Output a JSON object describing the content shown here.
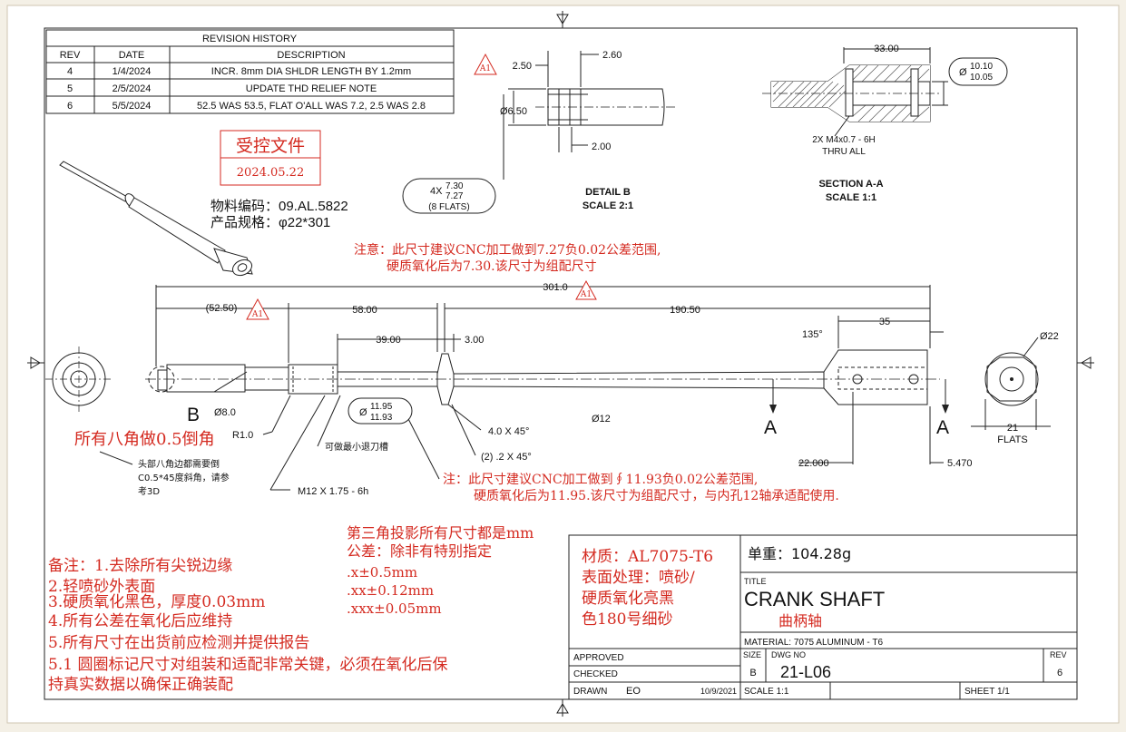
{
  "revision_history": {
    "title": "REVISION HISTORY",
    "headers": [
      "REV",
      "DATE",
      "DESCRIPTION"
    ],
    "rows": [
      {
        "rev": "4",
        "date": "1/4/2024",
        "description": "INCR. 8mm DIA SHLDR LENGTH BY 1.2mm"
      },
      {
        "rev": "5",
        "date": "2/5/2024",
        "description": "UPDATE THD RELIEF NOTE"
      },
      {
        "rev": "6",
        "date": "5/5/2024",
        "description": "52.5 WAS 53.5, FLAT O'ALL WAS 7.2, 2.5 WAS 2.8"
      }
    ]
  },
  "stamp": {
    "title": "受控文件",
    "date": "2024.05.22"
  },
  "material_info": {
    "code": "物料编码：09.AL.5822",
    "spec": "产品规格：φ22*301"
  },
  "detail_b": {
    "title": "DETAIL B",
    "scale": "SCALE 2:1",
    "dims": {
      "d1": "2.50",
      "d2": "2.60",
      "dia": "Ø6.50",
      "d3": "2.00"
    },
    "rev_flag": "A1",
    "flats_line1": "4X",
    "flats_upper": "7.30",
    "flats_lower": "7.27",
    "flats_note": "(8 FLATS)"
  },
  "section_aa": {
    "title": "SECTION A-A",
    "scale": "SCALE 1:1",
    "dim_len": "33.00",
    "dia_upper": "10.10",
    "dia_lower": "10.05",
    "dia_prefix": "Ø",
    "thread_note_1": "2X  M4x0.7 - 6H",
    "thread_note_2": "THRU ALL"
  },
  "note_flat": {
    "line1": "注意：此尺寸建议CNC加工做到7.27负0.02公差范围,",
    "line2": "硬质氧化后为7.30.该尺寸为组配尺寸"
  },
  "main_view": {
    "overall": "301.0",
    "rev_flag": "A1",
    "d_52_5": "(52.50)",
    "d_58": "58.00",
    "d_190_5": "190.50",
    "d_39": "39.00",
    "d_3": "3.00",
    "d_35": "35",
    "angle": "135°",
    "dia8": "Ø8.0",
    "dia12": "Ø12",
    "dia_shoulder_prefix": "Ø",
    "dia_shoulder_upper": "11.95",
    "dia_shoulder_lower": "11.93",
    "chamfer1": "4.0 X 45°",
    "chamfer2": "(2) .2 X 45°",
    "r1": "R1.0",
    "thread": "M12 X 1.75 - 6h",
    "groove_note": "可做最小退刀槽",
    "d_22": "22.000",
    "d_5470": "5.470",
    "label_b": "B",
    "label_a": "A",
    "dia22": "Ø22",
    "flats_1": "21",
    "flats_2": "FLATS"
  },
  "note_chamfer": "所有八角做0.5倒角",
  "note_head": [
    "头部八角边都需要倒",
    "C0.5*45度斜角，请参",
    "考3D"
  ],
  "note_shoulder": {
    "line1": "注：此尺寸建议CNC加工做到∮11.93负0.02公差范围,",
    "line2": "硬质氧化后为11.95.该尺寸为组配尺寸，与内孔12轴承适配使用."
  },
  "tolerance_block": [
    "第三角投影所有尺寸都是mm",
    "公差：除非有特别指定",
    ".x±0.5mm",
    ".xx±0.12mm",
    ".xxx±0.05mm"
  ],
  "general_notes": [
    "备注：1.去除所有尖锐边缘",
    "2.轻喷砂外表面",
    "3.硬质氧化黑色，厚度0.03mm",
    "4.所有公差在氧化后应维持",
    "5.所有尺寸在出货前应检测并提供报告",
    "5.1 圆圈标记尺寸对组装和适配非常关键，必须在氧化后保",
    "持真实数据以确保正确装配"
  ],
  "title_block": {
    "material_cn": [
      "材质：AL7075-T6",
      "表面处理：喷砂/",
      "硬质氧化亮黑",
      "色180号细砂"
    ],
    "weight": "单重：104.28g",
    "title_label": "TITLE",
    "title": "CRANK SHAFT",
    "title_cn": "曲柄轴",
    "material": "MATERIAL:  7075 ALUMINUM - T6",
    "approved": "APPROVED",
    "checked": "CHECKED",
    "drawn": "DRAWN",
    "drawn_by": "EO",
    "drawn_date": "10/9/2021",
    "size_label": "SIZE",
    "size": "B",
    "dwg_no_label": "DWG NO",
    "dwg_no": "21-L06",
    "rev_label": "REV",
    "rev": "6",
    "scale": "SCALE  1:1",
    "sheet": "SHEET  1/1"
  }
}
